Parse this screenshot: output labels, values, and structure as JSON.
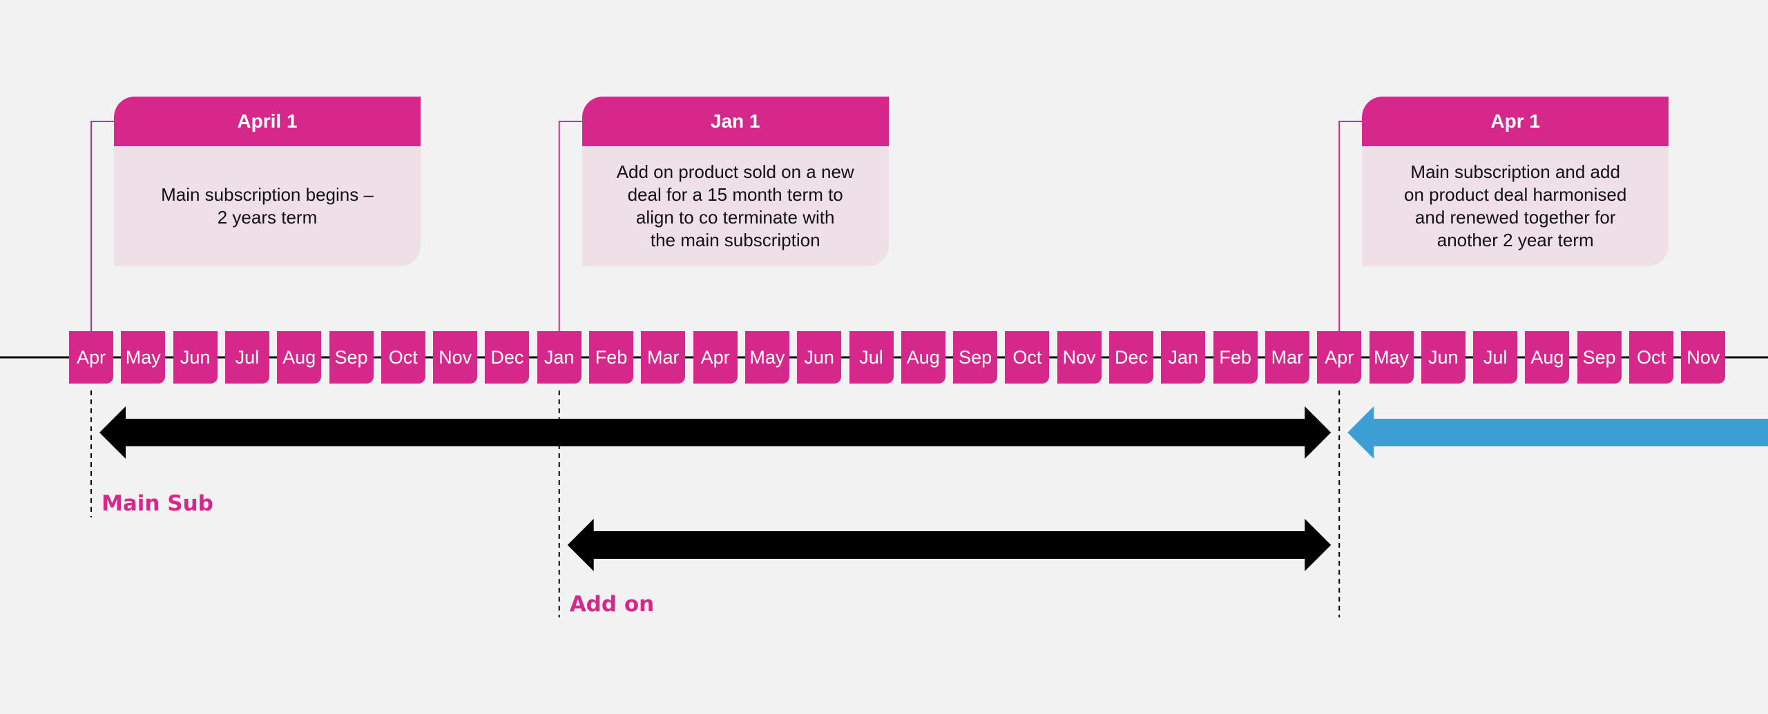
{
  "colors": {
    "accent": "#d6288a",
    "callout_body": "#efdfe7",
    "arrow_black": "#000000",
    "arrow_blue": "#3b9fd4",
    "background": "#f2f2f2"
  },
  "months": [
    "Apr",
    "May",
    "Jun",
    "Jul",
    "Aug",
    "Sep",
    "Oct",
    "Nov",
    "Dec",
    "Jan",
    "Feb",
    "Mar",
    "Apr",
    "May",
    "Jun",
    "Jul",
    "Aug",
    "Sep",
    "Oct",
    "Nov",
    "Dec",
    "Jan",
    "Feb",
    "Mar",
    "Apr",
    "May",
    "Jun",
    "Jul",
    "Aug",
    "Sep",
    "Oct",
    "Nov"
  ],
  "callouts": [
    {
      "title": "April 1",
      "lines": [
        "Main subscription begins –",
        "2 years term"
      ],
      "month_index": 0
    },
    {
      "title": "Jan 1",
      "lines": [
        "Add on product sold on a new",
        "deal for a 15 month term to",
        "align to co terminate with",
        "the main subscription"
      ],
      "month_index": 9
    },
    {
      "title": "Apr 1",
      "lines": [
        "Main subscription and add",
        "on product deal harmonised",
        "and renewed together for",
        "another 2 year term"
      ],
      "month_index": 24
    }
  ],
  "periods": [
    {
      "label": "Main Sub",
      "start_month_index": 0,
      "end_month_index": 24,
      "color": "black",
      "both_ends": true
    },
    {
      "label": "Add on",
      "start_month_index": 9,
      "end_month_index": 24,
      "color": "black",
      "both_ends": true
    },
    {
      "label": "",
      "start_month_index": 24,
      "end_month_index": 33,
      "color": "blue",
      "both_ends": false
    }
  ]
}
